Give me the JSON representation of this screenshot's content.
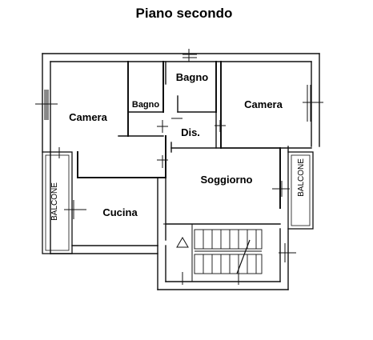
{
  "title": "Piano secondo",
  "rooms": {
    "camera_left": "Camera",
    "bagno_small": "Bagno",
    "bagno_top": "Bagno",
    "camera_right": "Camera",
    "dis": "Dis.",
    "soggiorno": "Soggiorno",
    "cucina": "Cucina",
    "balcone_left": "BALCONE",
    "balcone_right": "BALCONE"
  }
}
